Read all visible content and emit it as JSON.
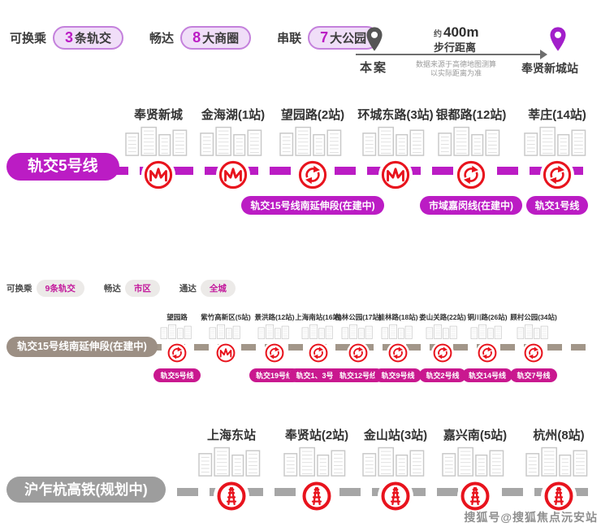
{
  "header": {
    "metrics": [
      {
        "prefix": "可换乘",
        "highlight": "3",
        "suffix": "条轨交"
      },
      {
        "prefix": "畅达",
        "highlight": "8",
        "suffix": "大商圈"
      },
      {
        "prefix": "串联",
        "highlight": "7",
        "suffix": "大公园"
      }
    ],
    "distance": {
      "origin": "本案",
      "approx": "约",
      "value": "400m",
      "label": "步行距离",
      "note1": "数据来源于高德地图测算",
      "note2": "以实际距离为准",
      "destination": "奉贤新城站"
    }
  },
  "line5": {
    "label": "轨交5号线",
    "stations": [
      {
        "name": "奉贤新城",
        "icon": "metro-logo"
      },
      {
        "name": "金海湖(1站)",
        "icon": "metro-logo"
      },
      {
        "name": "望园路(2站)",
        "icon": "transfer",
        "badge": "轨交15号线南延伸段(在建中)"
      },
      {
        "name": "环城东路(3站)",
        "icon": "metro-logo"
      },
      {
        "name": "银都路(12站)",
        "icon": "transfer",
        "badge": "市域嘉闵线(在建中)"
      },
      {
        "name": "莘庄(14站)",
        "icon": "transfer",
        "badge": "轨交1号线"
      }
    ]
  },
  "section15": {
    "metrics": [
      {
        "prefix": "可换乘",
        "highlight": "9条轨交"
      },
      {
        "prefix": "畅达",
        "highlight": "市区"
      },
      {
        "prefix": "通达",
        "highlight": "全城"
      }
    ],
    "label": "轨交15号线南延伸段(在建中)",
    "stations": [
      {
        "name": "望园路",
        "icon": "transfer",
        "badge": "轨交5号线"
      },
      {
        "name": "紫竹高新区(5站)",
        "icon": "metro-logo"
      },
      {
        "name": "景洪路(12站)",
        "icon": "transfer",
        "badge": "轨交19号线"
      },
      {
        "name": "上海南站(16站)",
        "icon": "transfer",
        "badge": "轨交1、3号线"
      },
      {
        "name": "桂林公园(17站)",
        "icon": "transfer",
        "badge": "轨交12号线"
      },
      {
        "name": "桂林路(18站)",
        "icon": "transfer",
        "badge": "轨交9号线"
      },
      {
        "name": "娄山关路(22站)",
        "icon": "transfer",
        "badge": "轨交2号线"
      },
      {
        "name": "铜川路(26站)",
        "icon": "transfer",
        "badge": "轨交14号线"
      },
      {
        "name": "顾村公园(34站)",
        "icon": "transfer",
        "badge": "轨交7号线"
      }
    ]
  },
  "rail": {
    "label": "沪乍杭高铁(规划中)",
    "stations": [
      {
        "name": "上海东站",
        "icon": "railway"
      },
      {
        "name": "奉贤站(2站)",
        "icon": "railway"
      },
      {
        "name": "金山站(3站)",
        "icon": "railway"
      },
      {
        "name": "嘉兴南(5站)",
        "icon": "railway"
      },
      {
        "name": "杭州(8站)",
        "icon": "railway"
      }
    ]
  },
  "watermark": "搜狐号@搜狐焦点沅安站",
  "colors": {
    "line5_magenta": "#bb1cc4",
    "badge_pink": "#c9188f",
    "line15_taupe": "#9c8f84",
    "rail_gray": "#9d9d9d",
    "metro_red": "#e8131d",
    "pin_dark": "#555555",
    "pin_purple": "#a21fca"
  }
}
